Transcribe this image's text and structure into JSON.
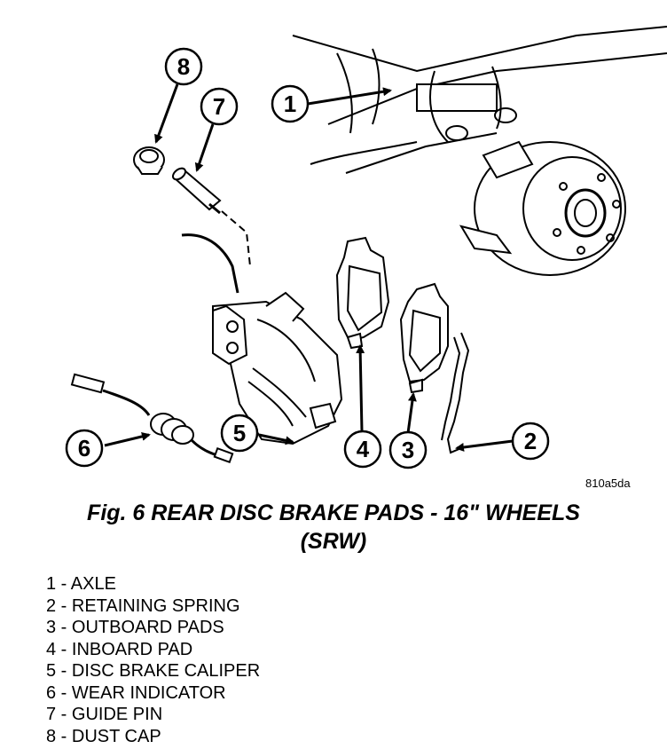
{
  "image_code": "810a5da",
  "caption": {
    "line1": "Fig. 6 REAR DISC BRAKE PADS - 16\" WHEELS",
    "line2": "(SRW)"
  },
  "callouts": [
    "1",
    "2",
    "3",
    "4",
    "5",
    "6",
    "7",
    "8"
  ],
  "legend": [
    "1 - AXLE",
    "2 - RETAINING SPRING",
    "3 - OUTBOARD PADS",
    "4 - INBOARD PAD",
    "5 - DISC BRAKE CALIPER",
    "6 - WEAR INDICATOR",
    "7 - GUIDE PIN",
    "8 - DUST CAP"
  ]
}
